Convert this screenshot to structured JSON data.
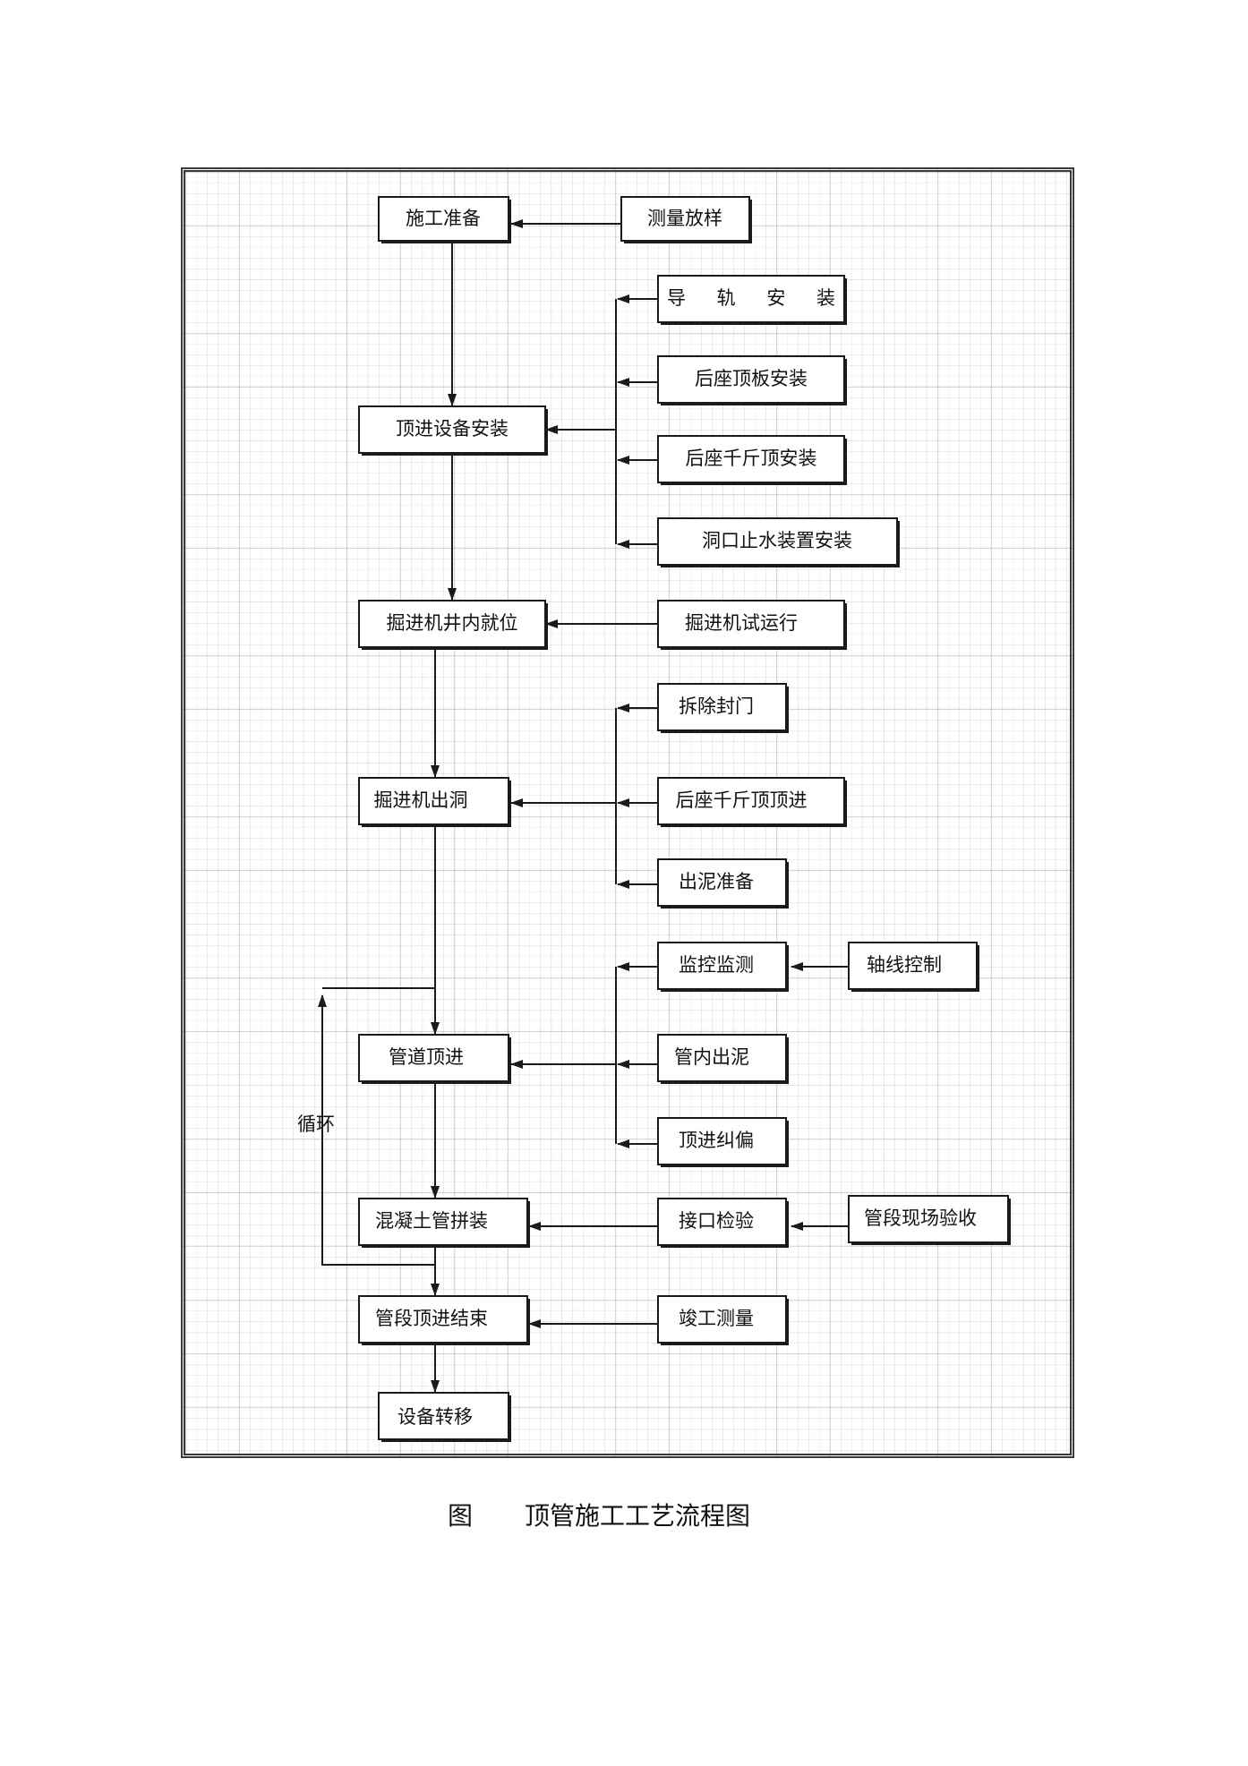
{
  "nodes": {
    "shigong_zhunbei": "施工准备",
    "celiang_fangyang": "测量放样",
    "daogui_anzhuang": "导 轨 安 装",
    "houzuo_dingban": "后座顶板安装",
    "dingjin_shebei": "顶进设备安装",
    "houzuo_qianjin_an": "后座千斤顶安装",
    "dongkou_zhishui": "洞口止水装置安装",
    "juejinji_jingnei": "掘进机井内就位",
    "juejinji_shiyunxing": "掘进机试运行",
    "chaichu_fengmen": "拆除封门",
    "juejinji_chudong": "掘进机出洞",
    "houzuo_qianjin_dingjin": "后座千斤顶顶进",
    "chuni_zhunbei": "出泥准备",
    "jiankong_jiance": "监控监测",
    "zhouxian_kongzhi": "轴线控制",
    "guandao_dingjin": "管道顶进",
    "guannei_chuni": "管内出泥",
    "dingjin_jiupian": "顶进纠偏",
    "hunningtu_pinzhuang": "混凝土管拼装",
    "jiekou_jianyan": "接口检验",
    "guanduan_yanshou": "管段现场验收",
    "guanduan_jieshu": "管段顶进结束",
    "jungong_celiang": "竣工测量",
    "shebei_zhuanyi": "设备转移"
  },
  "loop_label": "循环",
  "caption": {
    "prefix": "图",
    "title": "顶管施工工艺流程图"
  }
}
